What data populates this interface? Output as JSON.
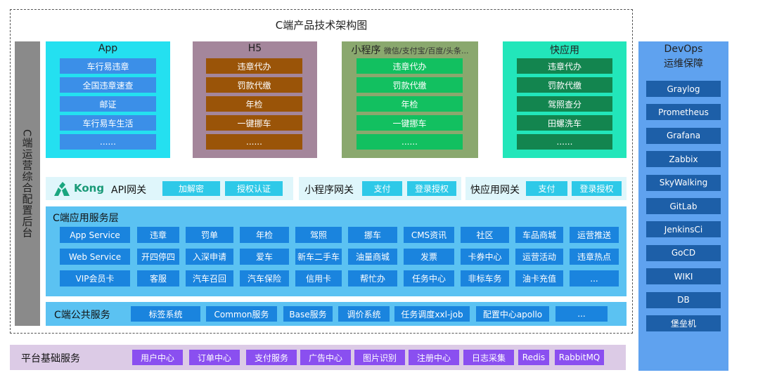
{
  "title": "C端产品技术架构图",
  "left_sidebar": {
    "label": "C端运营综合配置后台"
  },
  "channels": {
    "app": {
      "title": "App",
      "items": [
        "车行易违章",
        "全国违章速查",
        "邮证",
        "车行易车生活",
        "......"
      ]
    },
    "h5": {
      "title": "H5",
      "items": [
        "违章代办",
        "罚款代缴",
        "年检",
        "一键挪车",
        "......"
      ]
    },
    "miniprogram": {
      "title": "小程序",
      "subtitle": "微信/支付宝/百度/头条...",
      "items": [
        "违章代办",
        "罚款代缴",
        "年检",
        "一键挪车",
        "......"
      ]
    },
    "quickapp": {
      "title": "快应用",
      "items": [
        "违章代办",
        "罚款代缴",
        "驾照查分",
        "田螺洗车",
        "......"
      ]
    }
  },
  "gateways": {
    "kong": {
      "logo": "Kong",
      "label": "API网关",
      "items": [
        "加解密",
        "授权认证"
      ]
    },
    "mini": {
      "label": "小程序网关",
      "items": [
        "支付",
        "登录授权"
      ]
    },
    "quick": {
      "label": "快应用网关",
      "items": [
        "支付",
        "登录授权"
      ]
    }
  },
  "app_services": {
    "title": "C端应用服务层",
    "rows": [
      [
        "App Service",
        "违章",
        "罚单",
        "年检",
        "驾照",
        "挪车",
        "CMS资讯",
        "社区",
        "车品商城",
        "运营推送"
      ],
      [
        "Web Service",
        "开四停四",
        "入深申请",
        "爱车",
        "新车二手车",
        "油量商城",
        "发票",
        "卡券中心",
        "运营活动",
        "违章热点"
      ],
      [
        "VIP会员卡",
        "客服",
        "汽车召回",
        "汽车保险",
        "信用卡",
        "帮忙办",
        "任务中心",
        "非标车务",
        "油卡充值",
        "..."
      ]
    ]
  },
  "public_services": {
    "title": "C端公共服务",
    "items": [
      "标签系统",
      "Common服务",
      "Base服务",
      "调价系统",
      "任务调度xxl-job",
      "配置中心apollo",
      "..."
    ]
  },
  "platform": {
    "title": "平台基础服务",
    "items": [
      "用户中心",
      "订单中心",
      "支付服务",
      "广告中心",
      "图片识别",
      "注册中心",
      "日志采集",
      "Redis",
      "RabbitMQ"
    ]
  },
  "devops": {
    "title": "DevOps",
    "subtitle": "运维保障",
    "items": [
      "Graylog",
      "Prometheus",
      "Grafana",
      "Zabbix",
      "SkyWalking",
      "GitLab",
      "JenkinsCi",
      "GoCD",
      "WIKI",
      "DB",
      "堡垒机"
    ]
  },
  "colors": {
    "app_bg": "#24e0f0",
    "app_chip": "#3b8fe8",
    "h5_bg": "#a4869b",
    "h5_chip": "#9a5408",
    "mini_bg": "#8aa86e",
    "mini_chip": "#12c060",
    "quick_bg": "#22e6ba",
    "quick_chip": "#13854f",
    "service_bg": "#5bc2f2",
    "service_chip": "#1a84de",
    "platform_bg": "#dccbe6",
    "platform_chip": "#8a4ff0",
    "devops_bg": "#5fa2ef",
    "devops_chip": "#1d5fa8",
    "kong_logo": "#1aa67f"
  }
}
